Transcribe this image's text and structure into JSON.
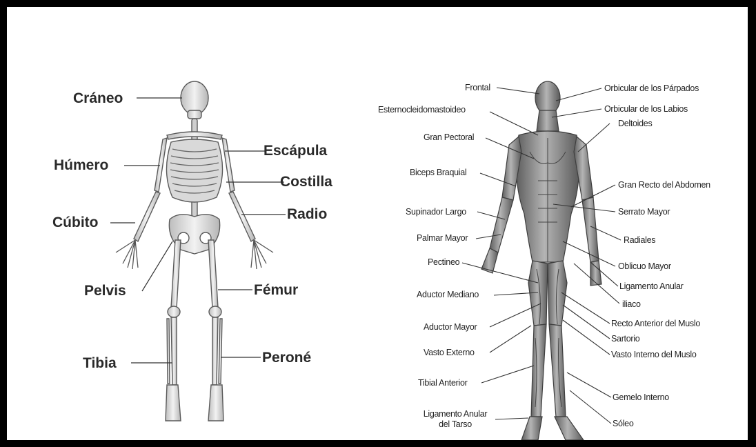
{
  "skeleton": {
    "labels": {
      "craneo": "Cráneo",
      "humero": "Húmero",
      "cubito": "Cúbito",
      "pelvis": "Pelvis",
      "tibia": "Tibia",
      "escapula": "Escápula",
      "costilla": "Costilla",
      "radio": "Radio",
      "femur": "Fémur",
      "perone": "Peroné"
    }
  },
  "muscles": {
    "labels": {
      "frontal": "Frontal",
      "esternocleidomastoideo": "Esternocleidomastoideo",
      "gran_pectoral": "Gran Pectoral",
      "biceps_braquial": "Biceps Braquial",
      "supinador_largo": "Supinador Largo",
      "palmar_mayor": "Palmar Mayor",
      "pectineo": "Pectineo",
      "aductor_mediano": "Aductor Mediano",
      "aductor_mayor": "Aductor Mayor",
      "vasto_externo": "Vasto Externo",
      "tibial_anterior": "Tibial Anterior",
      "ligamento_anular_tarso_l1": "Ligamento Anular",
      "ligamento_anular_tarso_l2": "del Tarso",
      "orbicular_parpados": "Orbicular de los Párpados",
      "orbicular_labios": "Orbicular de los Labios",
      "deltoides": "Deltoides",
      "gran_recto_abdomen": "Gran Recto del Abdomen",
      "serrato_mayor": "Serrato Mayor",
      "radiales": "Radiales",
      "oblicuo_mayor": "Oblicuo Mayor",
      "ligamento_anular": "Ligamento Anular",
      "iliaco": "iliaco",
      "recto_anterior_muslo": "Recto Anterior del Muslo",
      "sartorio": "Sartorio",
      "vasto_interno_muslo": "Vasto Interno del Muslo",
      "gemelo_interno": "Gemelo Interno",
      "soleo": "Sóleo"
    }
  },
  "colors": {
    "frame": "#000000",
    "bone": "#e6e6e6",
    "bone_outline": "#5a5a5a",
    "muscle": "#8e8e8e",
    "muscle_dark": "#555555",
    "leader_line": "#333333"
  }
}
